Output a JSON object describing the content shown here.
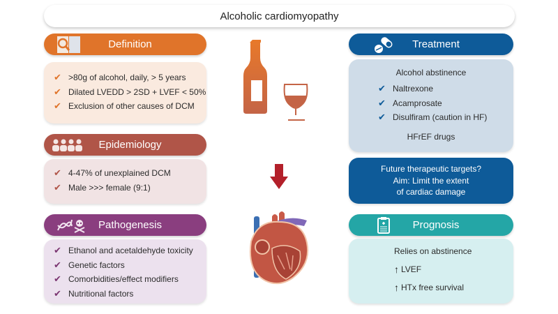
{
  "title": "Alcoholic cardiomyopathy",
  "colors": {
    "definition": "#e0742a",
    "epidemiology": "#b05548",
    "pathogenesis": "#8a3e7f",
    "treatment": "#0e5b99",
    "prognosis": "#24a6a6",
    "arrow": "#b3202a"
  },
  "definition": {
    "icon": "magnifier-book-icon",
    "title": "Definition",
    "items": [
      ">80g of alcohol, daily, > 5 years",
      "Dilated LVEDD > 2SD + LVEF < 50%",
      "Exclusion of other causes of DCM"
    ]
  },
  "epidemiology": {
    "icon": "people-group-icon",
    "title": "Epidemiology",
    "items": [
      "4-47% of unexplained DCM",
      "Male >>> female (9:1)"
    ]
  },
  "pathogenesis": {
    "icon": "dna-skull-icon",
    "title": "Pathogenesis",
    "items": [
      "Ethanol and acetaldehyde toxicity",
      "Genetic factors",
      "Comorbidities/effect modifiers",
      "Nutritional factors"
    ]
  },
  "treatment": {
    "icon": "pills-icon",
    "title": "Treatment",
    "subtitle": "Alcohol abstinence",
    "items": [
      "Naltrexone",
      "Acamprosate",
      "Disulfiram (caution in HF)"
    ],
    "footer": "HFrEF drugs"
  },
  "future": {
    "line1": "Future therapeutic targets?",
    "line2": "Aim:  Limit the extent",
    "line3": "of cardiac damage"
  },
  "prognosis": {
    "icon": "clipboard-icon",
    "title": "Prognosis",
    "subtitle": "Relies on abstinence",
    "items": [
      {
        "arrow": "↑",
        "text": "LVEF"
      },
      {
        "arrow": "↑",
        "text": "HTx free survival"
      }
    ]
  },
  "check_glyph": "✔"
}
